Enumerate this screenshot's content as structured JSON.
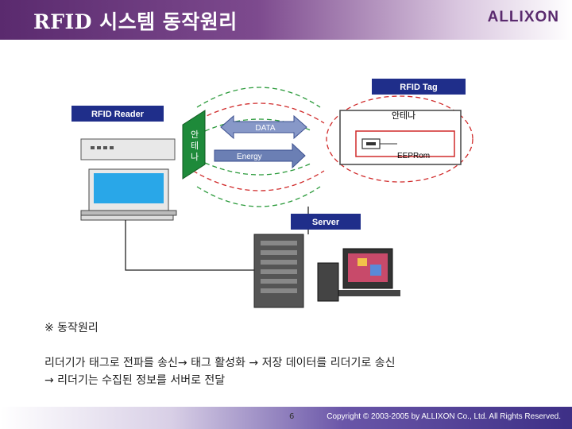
{
  "header": {
    "title": "RFID 시스템 동작원리",
    "logo": "ALLIXON"
  },
  "diagram": {
    "reader_label": "RFID Reader",
    "tag_label": "RFID Tag",
    "server_label": "Server",
    "antenna_vertical": "안테나",
    "antenna_tag": "안테나",
    "data_arrow": "DATA",
    "energy_arrow": "Energy",
    "chip_label": "EEPRom"
  },
  "caption": {
    "heading": "※ 동작원리",
    "line1": "리더기가 태그로 전파를 송신→ 태그 활성화 → 저장 데이터를 리더기로 송신",
    "line2": "→ 리더기는 수집된 정보를 서버로 전달"
  },
  "footer": {
    "page_number": "6",
    "copyright": "Copyright © 2003-2005 by ALLIXON Co., Ltd. All Rights Reserved."
  },
  "colors": {
    "header_purple": "#5a2a6e",
    "label_navy": "#1f2e8a",
    "arrow_blue": "#6b7fb4",
    "antenna_green": "#1e8a3a"
  }
}
